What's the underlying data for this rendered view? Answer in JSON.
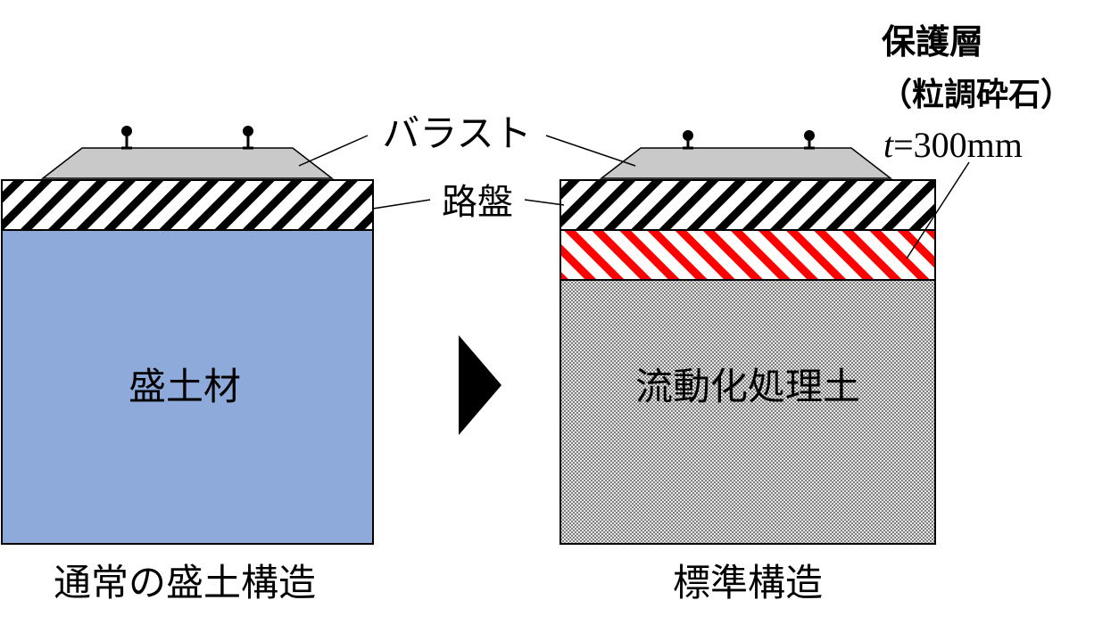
{
  "diagram": {
    "labels": {
      "ballast": "バラスト",
      "roadbed": "路盤",
      "protection_layer_title": "保護層",
      "protection_layer_material": "（粒調砕石）",
      "protection_layer_thickness_var": "t",
      "protection_layer_thickness_value": "=300mm",
      "left_fill_material": "盛土材",
      "right_fill_material": "流動化処理土",
      "left_caption": "通常の盛土構造",
      "right_caption": "標準構造"
    },
    "colors": {
      "embankment_fill": "#8eaadb",
      "ballast_fill": "#c9c9c9",
      "roadbed_hatch": "#000000",
      "protection_hatch": "#ff0000",
      "fluidized_soil_dark": "#7f7f7f",
      "fluidized_soil_light": "#e6e6e6",
      "arrow": "#000000"
    }
  }
}
